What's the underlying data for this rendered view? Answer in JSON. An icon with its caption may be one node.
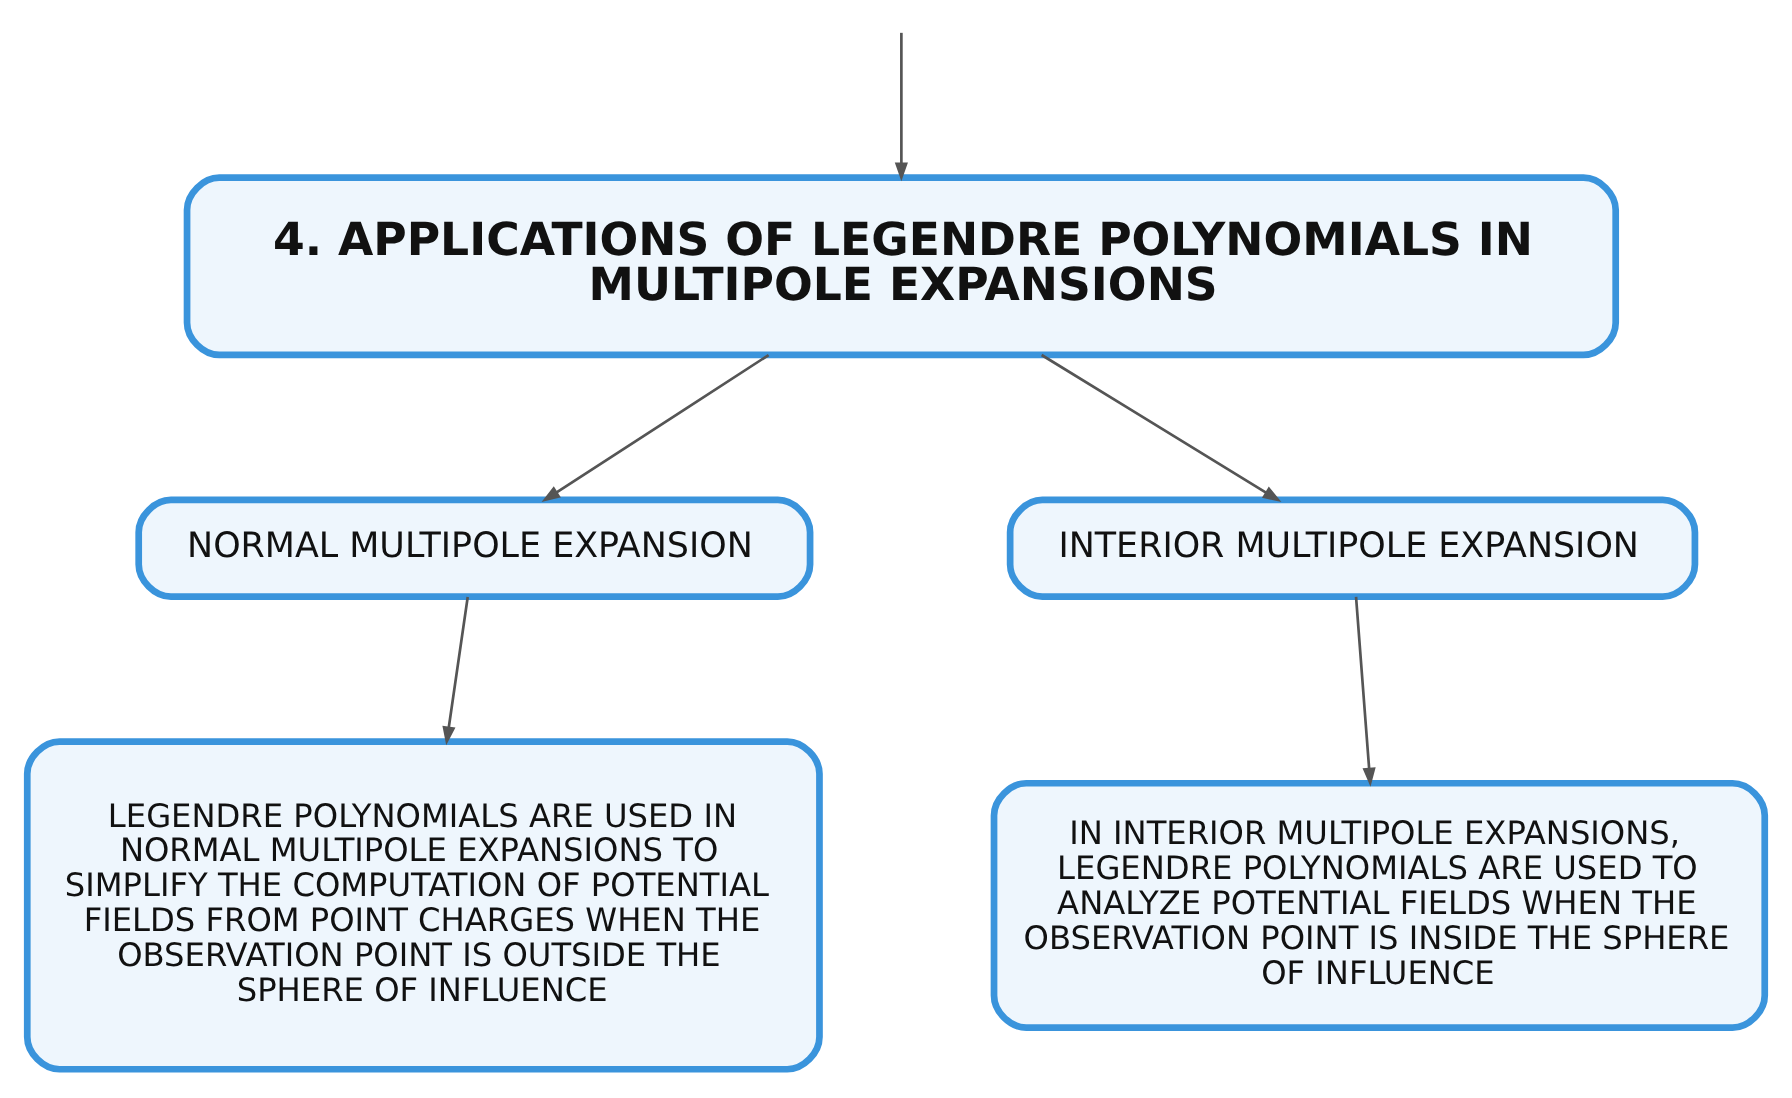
{
  "diagram": {
    "nodes": [
      {
        "text": [
          "4. APPLICATIONS OF LEGENDRE POLYNOMIALS IN MULTIPOLE EXPANSIONS"
        ]
      },
      {
        "text": [
          "NORMAL MULTIPOLE EXPANSION"
        ]
      },
      {
        "text": [
          "INTERIOR MULTIPOLE EXPANSION"
        ]
      },
      {
        "text": [
          "LEGENDRE POLYNOMIALS ARE USED IN NORMAL MULTIPOLE EXPANSIONS TO SIMPLIFY THE COMPUTATION OF POTENTIAL FIELDS FROM POINT CHARGES WHEN THE OBSERVATION POINT IS OUTSIDE THE SPHERE OF INFLUENCE"
        ]
      },
      {
        "text": [
          "IN INTERIOR MULTIPOLE EXPANSIONS, LEGENDRE POLYNOMIALS ARE USED TO ANALYZE POTENTIAL FIELDS WHEN THE OBSERVATION POINT IS INSIDE THE SPHERE OF INFLUENCE"
        ]
      }
    ],
    "edges": [
      {
        "from": null,
        "to": 0,
        "arrow": "to"
      },
      {
        "from": 0,
        "to": 1,
        "arrow": "to"
      },
      {
        "from": 0,
        "to": 2,
        "arrow": "to"
      },
      {
        "from": 1,
        "to": 3,
        "arrow": "to"
      },
      {
        "from": 2,
        "to": 4,
        "arrow": "to"
      }
    ]
  }
}
